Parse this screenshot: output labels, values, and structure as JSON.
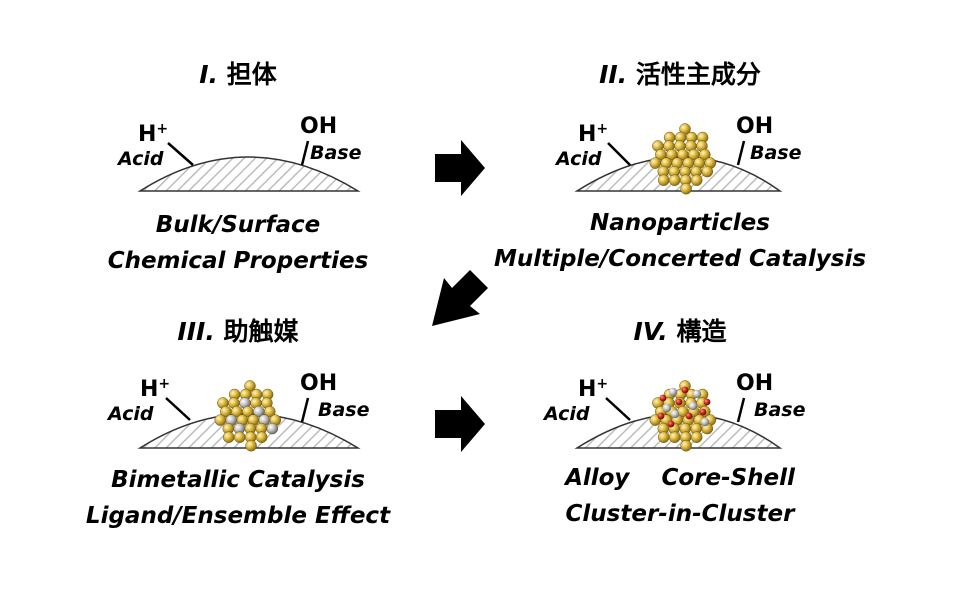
{
  "panels": [
    {
      "numeral": "I.",
      "title": "担体",
      "lines": [
        "Bulk/Surface",
        "Chemical Properties"
      ],
      "proton": "H",
      "proton_sup": "+",
      "hydroxide": "OH",
      "acid": "Acid",
      "base": "Base"
    },
    {
      "numeral": "II.",
      "title": "活性主成分",
      "lines": [
        "Nanoparticles",
        "Multiple/Concerted Catalysis"
      ],
      "proton": "H",
      "proton_sup": "+",
      "hydroxide": "OH",
      "acid": "Acid",
      "base": "Base"
    },
    {
      "numeral": "III.",
      "title": "助触媒",
      "lines": [
        "Bimetallic Catalysis",
        "Ligand/Ensemble Effect"
      ],
      "proton": "H",
      "proton_sup": "+",
      "hydroxide": "OH",
      "acid": "Acid",
      "base": "Base"
    },
    {
      "numeral": "IV.",
      "title": "構造",
      "lines": [
        "Alloy    Core-Shell",
        "Cluster-in-Cluster"
      ],
      "proton": "H",
      "proton_sup": "+",
      "hydroxide": "OH",
      "acid": "Acid",
      "base": "Base"
    }
  ],
  "colors": {
    "gold": "#d8b43a",
    "gold_light": "#f5e48a",
    "gold_dark": "#9c7b12",
    "silver": "#b8b8b8",
    "red": "#c0392b",
    "arrow": "#000000",
    "hatch": "#bdbdbd"
  }
}
